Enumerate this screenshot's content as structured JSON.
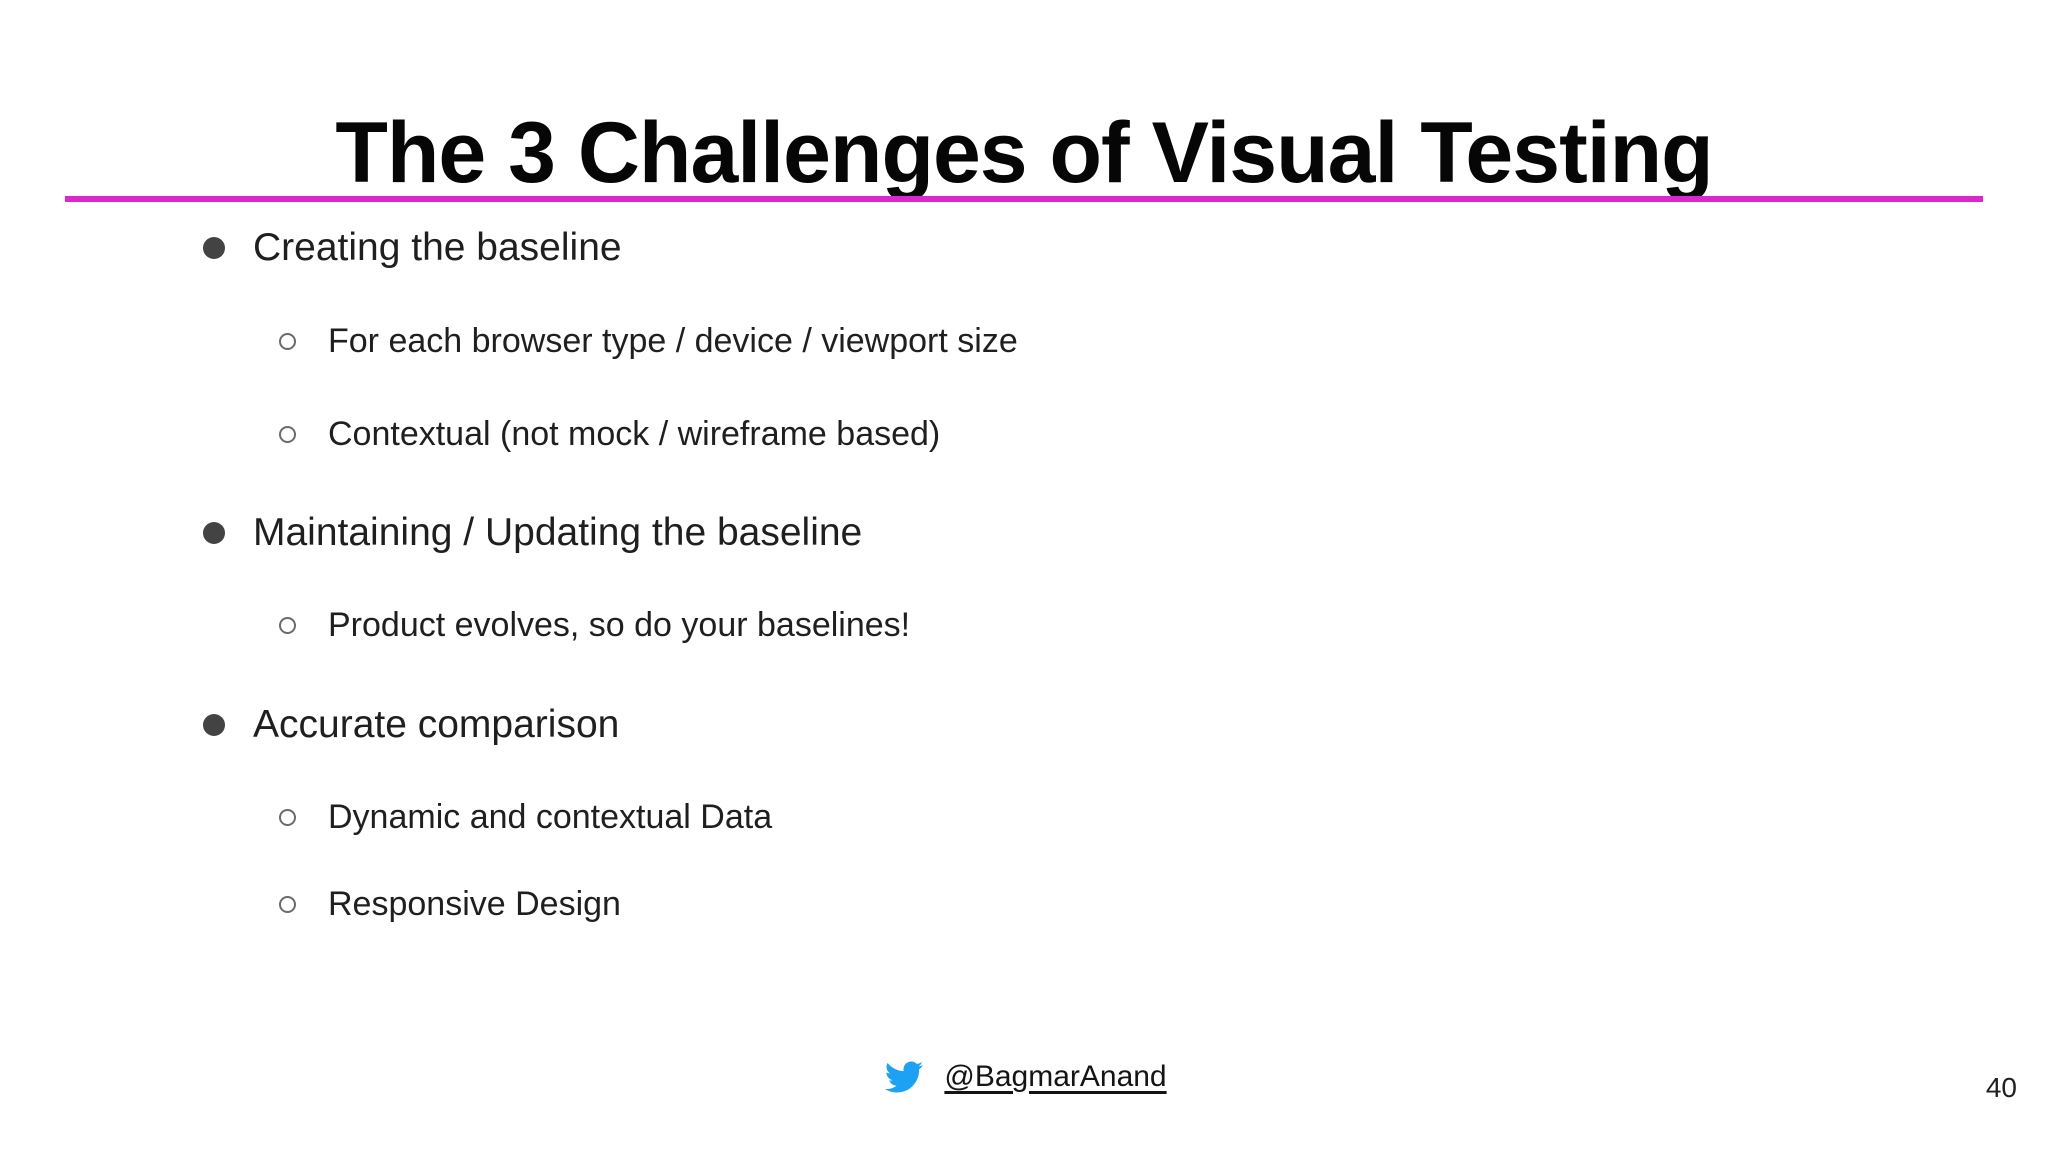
{
  "slide": {
    "title": "The 3 Challenges of Visual Testing",
    "accent_color": "#DB28CE",
    "page_number": "40"
  },
  "list": {
    "items": [
      {
        "level": 1,
        "text": "Creating the baseline"
      },
      {
        "level": 2,
        "text": "For each browser type / device / viewport size"
      },
      {
        "level": 2,
        "text": "Contextual (not mock / wireframe based)"
      },
      {
        "level": 1,
        "text": "Maintaining / Updating the baseline"
      },
      {
        "level": 2,
        "text": "Product evolves, so do your baselines!"
      },
      {
        "level": 1,
        "text": "Accurate comparison"
      },
      {
        "level": 2,
        "text": "Dynamic and contextual Data"
      },
      {
        "level": 2,
        "text": "Responsive Design"
      }
    ]
  },
  "footer": {
    "icon": "twitter-bird-icon",
    "twitter_blue": "#1DA1F2",
    "handle": "@BagmarAnand"
  }
}
